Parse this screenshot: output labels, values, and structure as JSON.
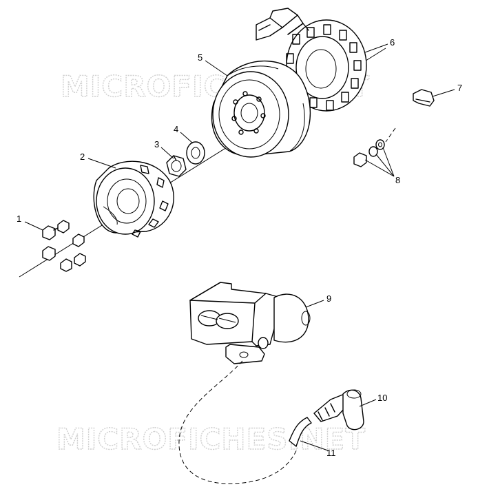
{
  "watermark": {
    "top": "MICROFICHES.NET",
    "bottom": "MICROFICHES.NET"
  },
  "callouts": {
    "c1": "1",
    "c2": "2",
    "c3": "3",
    "c4": "4",
    "c5": "5",
    "c6": "6",
    "c7": "7",
    "c8": "8",
    "c9": "9",
    "c10": "10",
    "c11": "11"
  }
}
